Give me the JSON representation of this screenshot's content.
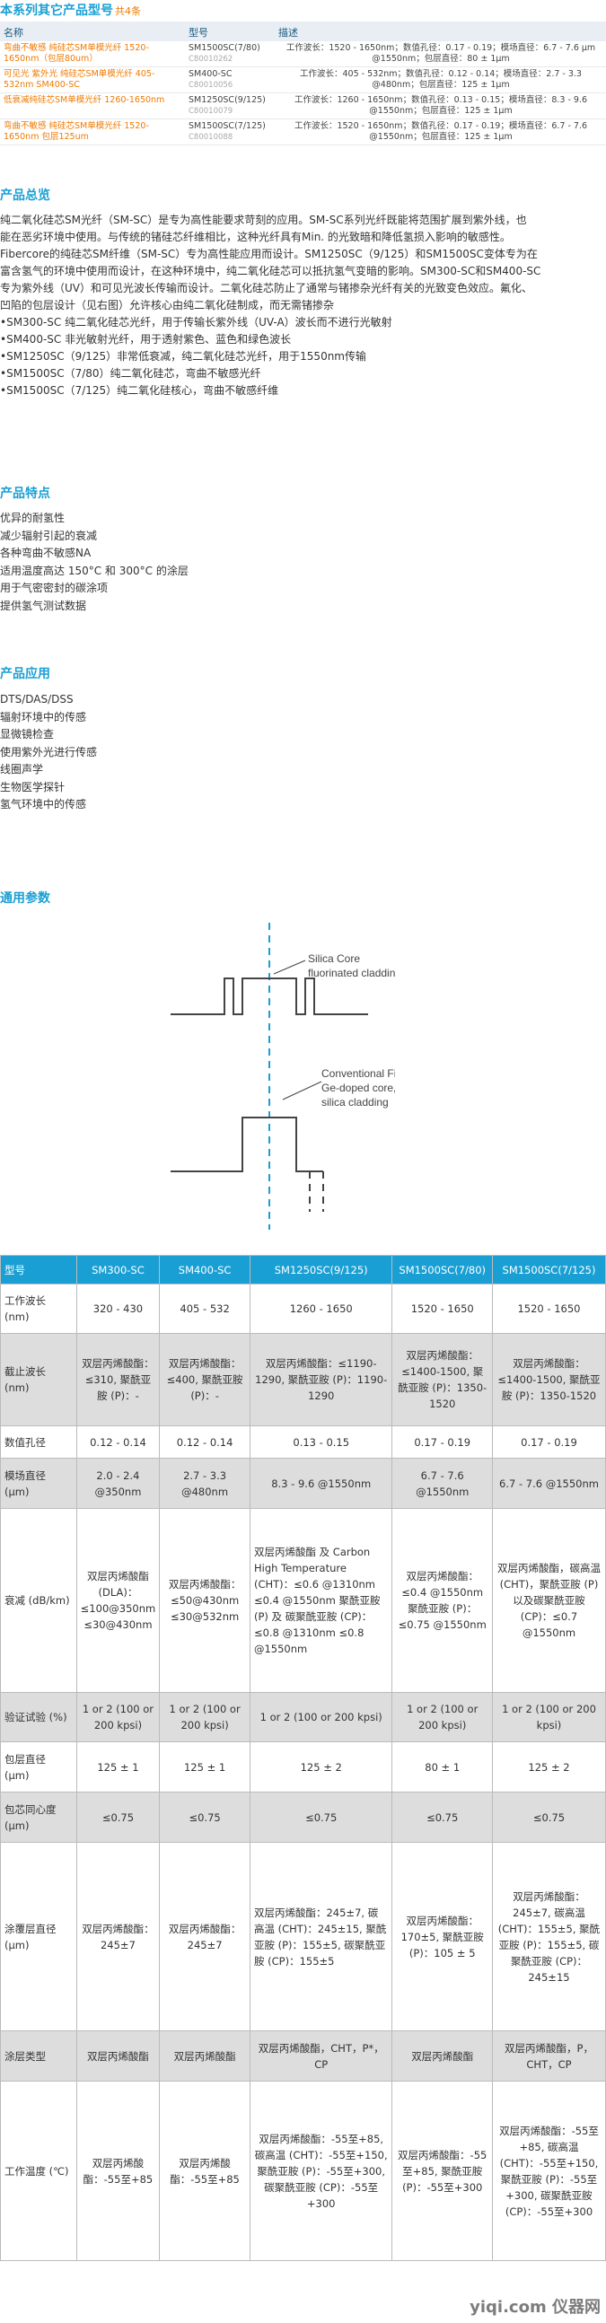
{
  "header": {
    "title": "本系列其它产品型号",
    "count": "共4条"
  },
  "product_table": {
    "col_name": "名称",
    "col_model": "型号",
    "col_desc": "描述",
    "rows": [
      {
        "name": "弯曲不敏感 纯硅芯SM单模光纤 1520-1650nm（包层80um）",
        "model": "SM1500SC(7/80)",
        "code": "C80010262",
        "desc": "工作波长：1520 - 1650nm；数值孔径：0.17 - 0.19；模场直径：6.7 - 7.6 μm @1550nm；包层直径：80 ± 1μm"
      },
      {
        "name": "可见光 紫外光 纯硅芯SM单模光纤 405-532nm SM400-SC",
        "model": "SM400-SC",
        "code": "C80010056",
        "desc": "工作波长：405 - 532nm；数值孔径：0.12 - 0.14；模场直径：2.7 - 3.3 @480nm；包层直径：125 ± 1μm"
      },
      {
        "name": "低衰减纯硅芯SM单模光纤 1260-1650nm",
        "model": "SM1250SC(9/125)",
        "code": "C80010079",
        "desc": "工作波长：1260 - 1650nm；数值孔径：0.13 - 0.15；模场直径：8.3 - 9.6 @1550nm；包层直径：125 ± 1μm"
      },
      {
        "name": "弯曲不敏感 纯硅芯SM单模光纤 1520-1650nm 包层125um",
        "model": "SM1500SC(7/125)",
        "code": "C80010088",
        "desc": "工作波长：1520 - 1650nm；数值孔径：0.17 - 0.19；模场直径：6.7 - 7.6 @1550nm；包层直径：125 ± 1μm"
      }
    ]
  },
  "overview": {
    "title": "产品总览",
    "lines": [
      "纯二氧化硅芯SM光纤（SM-SC）是专为高性能要求苛刻的应用。SM-SC系列光纤既能将范围扩展到紫外线，也",
      "能在恶劣环境中使用。与传统的锗硅芯纤维相比，这种光纤具有Min. 的光致暗和降低氢损入影响的敏感性。",
      "Fibercore的纯硅芯SM纤维（SM-SC）专为高性能应用而设计。SM1250SC（9/125）和SM1500SC变体专为在",
      "富含氢气的环境中使用而设计，在这种环境中，纯二氧化硅芯可以抵抗氢气变暗的影响。SM300-SC和SM400-SC",
      "专为紫外线（UV）和可见光波长传输而设计。二氧化硅芯防止了通常与锗掺杂光纤有关的光致变色效应。氟化、",
      "凹陷的包层设计（见右图）允许核心由纯二氧化硅制成，而无需锗掺杂",
      "•SM300-SC 纯二氧化硅芯光纤，用于传输长紫外线（UV-A）波长而不进行光敏射",
      "•SM400-SC 非光敏射光纤，用于透射紫色、蓝色和绿色波长",
      "•SM1250SC（9/125）非常低衰减，纯二氧化硅芯光纤，用于1550nm传输",
      "•SM1500SC（7/80）纯二氧化硅芯，弯曲不敏感光纤",
      "•SM1500SC（7/125）纯二氧化硅核心，弯曲不敏感纤维"
    ]
  },
  "features": {
    "title": "产品特点",
    "items": [
      "优异的耐氢性",
      "减少辐射引起的衰减",
      "各种弯曲不敏感NA",
      "适用温度高达 150°C 和 300°C 的涂层",
      "用于气密密封的碳涂项",
      "提供氢气测试数据"
    ]
  },
  "applications": {
    "title": "产品应用",
    "items": [
      "DTS/DAS/DSS",
      "辐射环境中的传感",
      "显微镜检查",
      "使用紫外光进行传感",
      "线圈声学",
      "生物医学探针",
      "氢气环境中的传感"
    ]
  },
  "params": {
    "title": "通用参数"
  },
  "diagram": {
    "label1": [
      "Silica Core",
      "fluorinated cladding"
    ],
    "label2": [
      "Conventional Fiber -",
      "Ge-doped core,",
      "silica cladding"
    ]
  },
  "spec_table": {
    "header": [
      "型号",
      "SM300-SC",
      "SM400-SC",
      "SM1250SC(9/125)",
      "SM1500SC(7/80)",
      "SM1500SC(7/125)"
    ],
    "rows": [
      {
        "label": "工作波长 (nm)",
        "cells": [
          "320 - 430",
          "405 - 532",
          "1260 - 1650",
          "1520 - 1650",
          "1520 - 1650"
        ]
      },
      {
        "label": "截止波长 (nm)",
        "cells": [
          "双层丙烯酸酯：≤310, 聚酰亚胺 (P)：-",
          "双层丙烯酸酯：≤400, 聚酰亚胺 (P)：-",
          "双层丙烯酸酯：≤1190-1290, 聚酰亚胺 (P)：1190-1290",
          "双层丙烯酸酯：≤1400-1500, 聚酰亚胺 (P)：1350-1520",
          "双层丙烯酸酯：≤1400-1500, 聚酰亚胺 (P)：1350-1520"
        ]
      },
      {
        "label": "数值孔径",
        "cells": [
          "0.12 - 0.14",
          "0.12 - 0.14",
          "0.13 - 0.15",
          "0.17 - 0.19",
          "0.17 - 0.19"
        ]
      },
      {
        "label": "模场直径 (μm)",
        "cells": [
          "2.0 - 2.4 @350nm",
          "2.7 - 3.3 @480nm",
          "8.3 - 9.6 @1550nm",
          "6.7 - 7.6 @1550nm",
          "6.7 - 7.6 @1550nm"
        ]
      },
      {
        "label": "衰减 (dB/km)",
        "cells": [
          "双层丙烯酸酯 (DLA)：≤100@350nm ≤30@430nm",
          "双层丙烯酸酯：≤50@430nm ≤30@532nm",
          "双层丙烯酸酯 及 Carbon High Temperature (CHT)：≤0.6 @1310nm ≤0.4 @1550nm 聚酰亚胺 (P) 及 碳聚酰亚胺 (CP)：≤0.8 @1310nm ≤0.8 @1550nm",
          "双层丙烯酸酯：≤0.4 @1550nm 聚酰亚胺 (P)：≤0.75 @1550nm",
          "双层丙烯酸酯，碳高温 (CHT)，聚酰亚胺 (P) 以及碳聚酰亚胺 (CP)：≤0.7 @1550nm"
        ]
      },
      {
        "label": "验证试验 (%)",
        "cells": [
          "1 or 2 (100 or 200 kpsi)",
          "1 or 2 (100 or 200 kpsi)",
          "1 or 2 (100 or 200 kpsi)",
          "1 or 2 (100 or 200 kpsi)",
          "1 or 2 (100 or 200 kpsi)"
        ]
      },
      {
        "label": "包层直径 (μm)",
        "cells": [
          "125 ± 1",
          "125 ± 1",
          "125 ± 2",
          "80 ± 1",
          "125 ± 2"
        ]
      },
      {
        "label": "包芯同心度 (μm)",
        "cells": [
          "≤0.75",
          "≤0.75",
          "≤0.75",
          "≤0.75",
          "≤0.75"
        ]
      },
      {
        "label": "涂覆层直径 (μm)",
        "cells": [
          "双层丙烯酸酯：245±7",
          "双层丙烯酸酯：245±7",
          "双层丙烯酸酯：245±7, 碳高温 (CHT)：245±15, 聚酰亚胺 (P)：155±5, 碳聚酰亚胺 (CP)：155±5",
          "双层丙烯酸酯：170±5, 聚酰亚胺 (P)：105 ± 5",
          "双层丙烯酸酯：245±7, 碳高温 (CHT)：155±5, 聚酰亚胺 (P)：155±5, 碳聚酰亚胺 (CP)：245±15"
        ]
      },
      {
        "label": "涂层类型",
        "cells": [
          "双层丙烯酸酯",
          "双层丙烯酸酯",
          "双层丙烯酸酯，CHT，P*，CP",
          "双层丙烯酸酯",
          "双层丙烯酸酯，P，CHT，CP"
        ]
      },
      {
        "label": "工作温度 (℃)",
        "cells": [
          "双层丙烯酸酯：-55至+85",
          "双层丙烯酸酯：-55至+85",
          "双层丙烯酸酯：-55至+85, 碳高温 (CHT)：-55至+150, 聚酰亚胺 (P)：-55至+300, 碳聚酰亚胺 (CP)：-55至+300",
          "双层丙烯酸酯：-55至+85, 聚酰亚胺 (P)：-55至+300",
          "双层丙烯酸酯：-55至+85, 碳高温 (CHT)：-55至+150, 聚酰亚胺 (P)：-55至+300, 碳聚酰亚胺 (CP)：-55至+300"
        ]
      }
    ]
  },
  "watermark": "yiqi.com 仪器网"
}
